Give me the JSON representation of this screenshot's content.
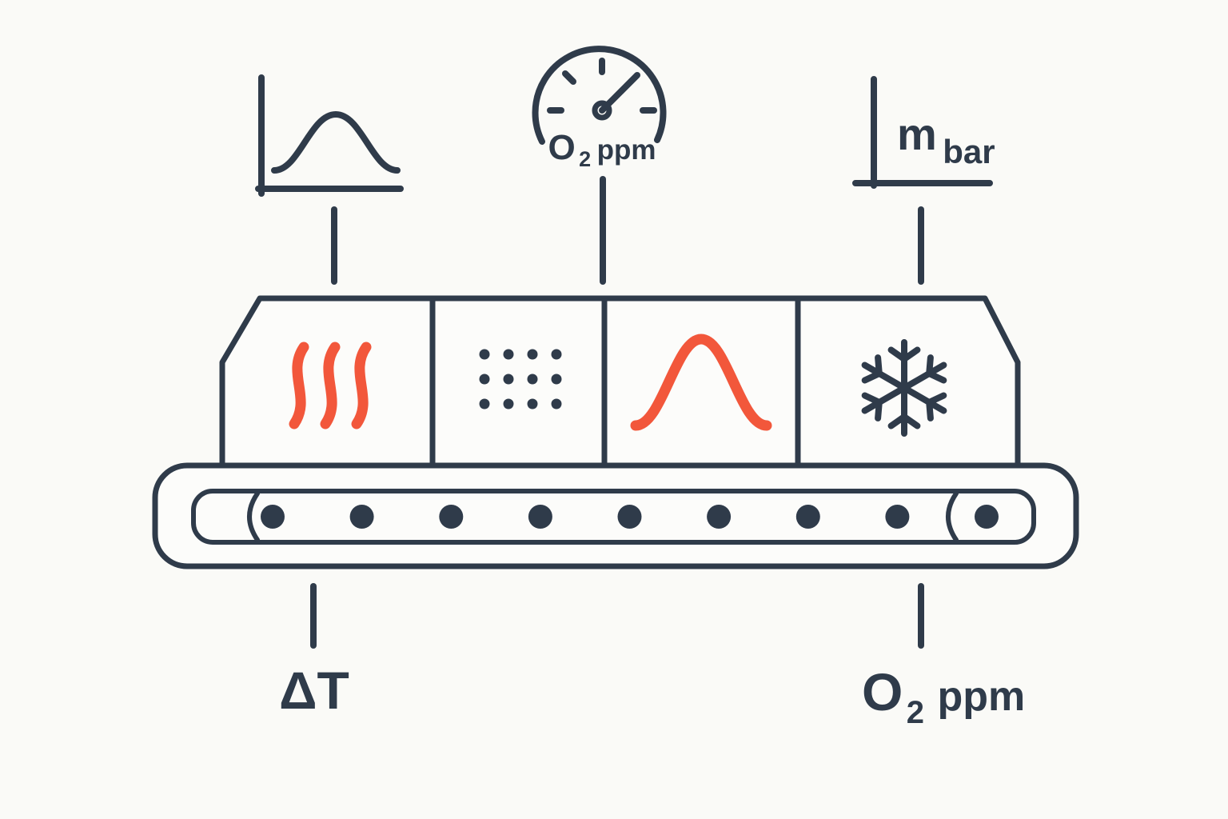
{
  "colors": {
    "background": "#FAFAF7",
    "stroke_navy": "#2F3B4A",
    "accent_orange": "#F2573B",
    "panel_fill": "#FCFCFA"
  },
  "top_icons": {
    "profile_chart": {
      "icon": "temperature-profile-chart-icon"
    },
    "gauge": {
      "icon": "oxygen-gauge-icon",
      "label": {
        "main": "O",
        "sub": "2",
        "unit": "ppm"
      }
    },
    "pressure": {
      "icon": "pressure-axis-icon",
      "label": {
        "main": "m",
        "sub": "bar"
      }
    }
  },
  "machine": {
    "zones": [
      {
        "icon": "heat-waves-icon",
        "waves": 3,
        "accent": true
      },
      {
        "icon": "dot-grid-icon",
        "grid": {
          "cols": 4,
          "rows": 3
        }
      },
      {
        "icon": "bell-curve-icon",
        "accent": true
      },
      {
        "icon": "snowflake-icon"
      }
    ],
    "conveyor": {
      "rollers": 9
    }
  },
  "bottom_labels": {
    "delta_t": "ΔT",
    "oxygen": {
      "main": "O",
      "sub": "2",
      "unit": "ppm"
    }
  }
}
